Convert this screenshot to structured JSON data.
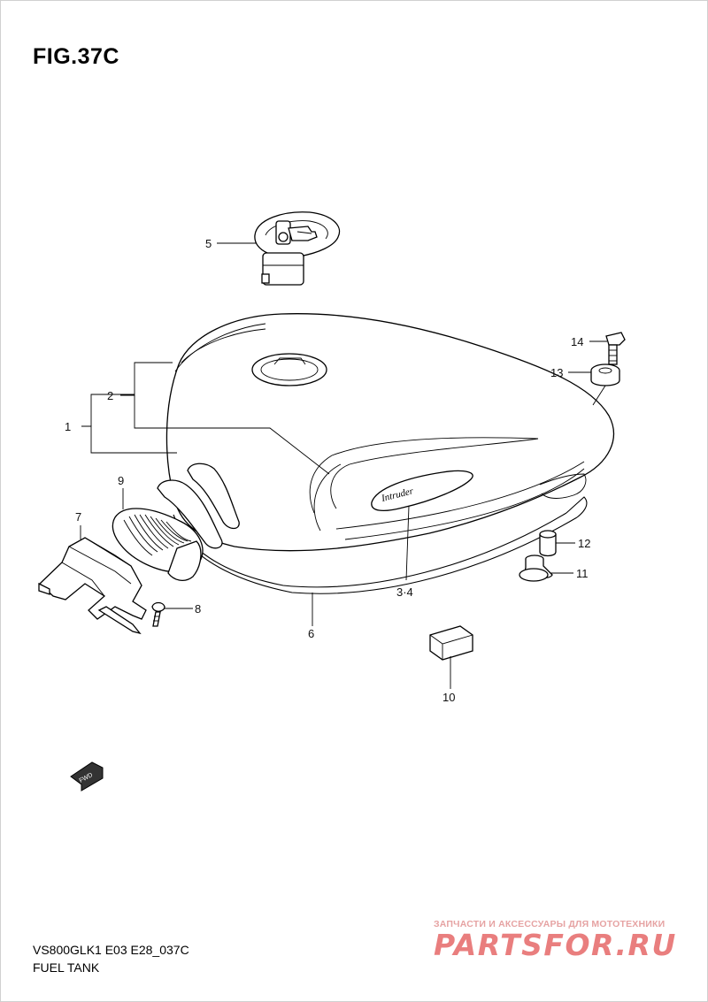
{
  "figure": {
    "title": "FIG.37C",
    "model_code": "VS800GLK1 E03 E28_037C",
    "caption": "FUEL TANK"
  },
  "callouts": [
    {
      "id": "1",
      "label": "1"
    },
    {
      "id": "2",
      "label": "2"
    },
    {
      "id": "3-4",
      "label": "3·4"
    },
    {
      "id": "5",
      "label": "5"
    },
    {
      "id": "6",
      "label": "6"
    },
    {
      "id": "7",
      "label": "7"
    },
    {
      "id": "8",
      "label": "8"
    },
    {
      "id": "9",
      "label": "9"
    },
    {
      "id": "10",
      "label": "10"
    },
    {
      "id": "11",
      "label": "11"
    },
    {
      "id": "12",
      "label": "12"
    },
    {
      "id": "13",
      "label": "13"
    },
    {
      "id": "14",
      "label": "14"
    }
  ],
  "emblem_text": "Intruder",
  "fwd_marker": "FWD",
  "watermark": {
    "tagline": "ЗАПЧАСТИ И АКСЕССУАРЫ ДЛЯ МОТОТЕХНИКИ",
    "brand": "PARTSFOR.RU"
  },
  "colors": {
    "line": "#000000",
    "watermark": "#e97e7e"
  }
}
